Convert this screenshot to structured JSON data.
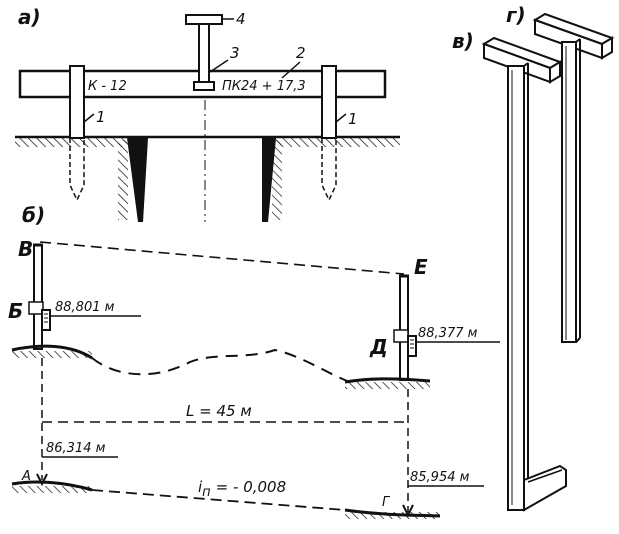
{
  "panels": {
    "a": "а)",
    "b": "б)",
    "v": "в)",
    "g": "г)"
  },
  "panel_a": {
    "board_text_left": "К - 12",
    "board_text_right": "ПК24 + 17,3",
    "callouts": [
      "1",
      "1",
      "2",
      "3",
      "4"
    ]
  },
  "panel_b": {
    "points": {
      "V": "В",
      "B": "Б",
      "E": "Е",
      "D": "Д",
      "A": "А",
      "G": "Г"
    },
    "elevations": {
      "B": "88,801 м",
      "D": "88,377 м",
      "A": "86,314 м",
      "G": "85,954 м"
    },
    "distance": "L = 45 м",
    "slope": "i",
    "slope_sub": "п",
    "slope_value": "= - 0,008"
  },
  "colors": {
    "ink": "#111111",
    "background": "#ffffff"
  }
}
